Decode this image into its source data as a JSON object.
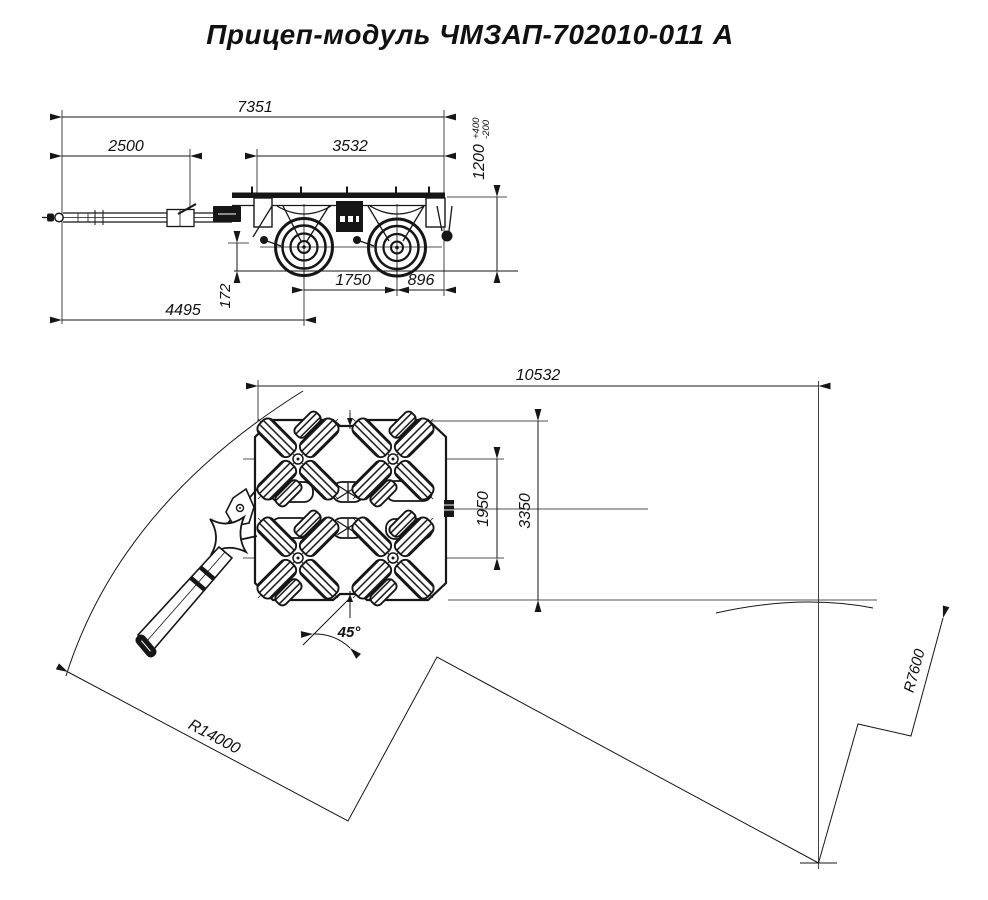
{
  "title": "Прицеп-модуль ЧМЗАП-702010-011 А",
  "side_view": {
    "overall_length": "7351",
    "drawbar_length": "2500",
    "platform_length": "3532",
    "loading_height": "1200",
    "loading_height_tol_upper": "+400",
    "loading_height_tol_lower": "-200",
    "ground_clearance": "172",
    "wheelbase": "1750",
    "rear_overhang": "896",
    "front_section_length": "4495"
  },
  "plan_view": {
    "turning_clearance_length": "10532",
    "bogie_track": "1950",
    "overall_width": "3350",
    "steering_angle": "45°",
    "outer_turning_radius": "R14000",
    "inner_turning_radius": "R7600"
  }
}
